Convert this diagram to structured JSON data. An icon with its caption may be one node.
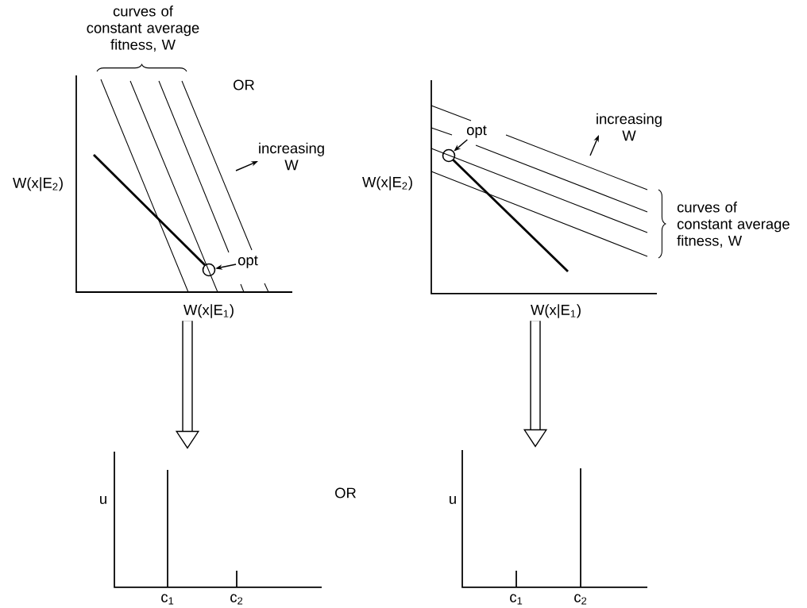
{
  "diagram": {
    "nodes": [
      {
        "text": [],
        "shape": "picture",
        "beside": [
          "W(x|E$_{2}$)",
          "W(x|E$_{1}$)"
        ]
      },
      {
        "text": [],
        "shape": "picture",
        "beside": [
          "W(x|E$_{2}$)",
          "W(x|E$_{1}$)"
        ]
      },
      {
        "text": [],
        "shape": "picture",
        "beside": [
          "u",
          "c$_{1}$",
          "c$_{2}$"
        ]
      },
      {
        "text": [],
        "shape": "picture",
        "beside": [
          "u",
          "c$_{1}$",
          "c$_{2}$"
        ]
      },
      {
        "text": [
          "opt"
        ],
        "in": 0
      },
      {
        "text": [],
        "shape": "circle",
        "in": 0
      },
      {
        "text": [
          "opt"
        ],
        "in": 1
      },
      {
        "text": [],
        "shape": "circle",
        "in": 1
      }
    ],
    "edges": [
      {
        "from": 0,
        "to": 2,
        "arrow": "to",
        "style": "thick"
      },
      {
        "from": 1,
        "to": 3,
        "arrow": "to",
        "style": "thick"
      },
      {
        "from": 4,
        "to": 5,
        "arrow": "to"
      },
      {
        "from": 6,
        "to": 7,
        "arrow": "to"
      }
    ],
    "labels": [
      "curves of constant average fitness, W",
      "OR",
      "increasing W",
      "increasing W",
      "curves of constant average fitness, W",
      "OR"
    ]
  }
}
